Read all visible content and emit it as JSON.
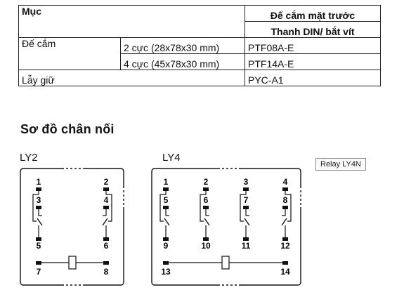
{
  "table": {
    "header": {
      "col1": "Mục",
      "col3_top": "Đế cắm mặt trước",
      "col3_sub": "Thanh DIN/ bắt vít"
    },
    "rows": [
      {
        "name": "Đế cắm",
        "spec": "2 cực (28x78x30 mm)",
        "code": "PTF08A-E"
      },
      {
        "name": "",
        "spec": "4 cực (45x78x30 mm)",
        "code": "PTF14A-E"
      },
      {
        "name": "Lẫy giữ",
        "spec": "",
        "code": "PYC-A1"
      }
    ]
  },
  "section_title": "Sơ đồ chân nối",
  "diagrams": {
    "ly2": {
      "label": "LY2",
      "pins": [
        "1",
        "2",
        "3",
        "4",
        "5",
        "6",
        "7",
        "8"
      ]
    },
    "ly4": {
      "label": "LY4",
      "pins": [
        "1",
        "2",
        "3",
        "4",
        "5",
        "6",
        "7",
        "8",
        "9",
        "10",
        "11",
        "12",
        "13",
        "14"
      ]
    }
  },
  "tag": "Relay LY4N"
}
